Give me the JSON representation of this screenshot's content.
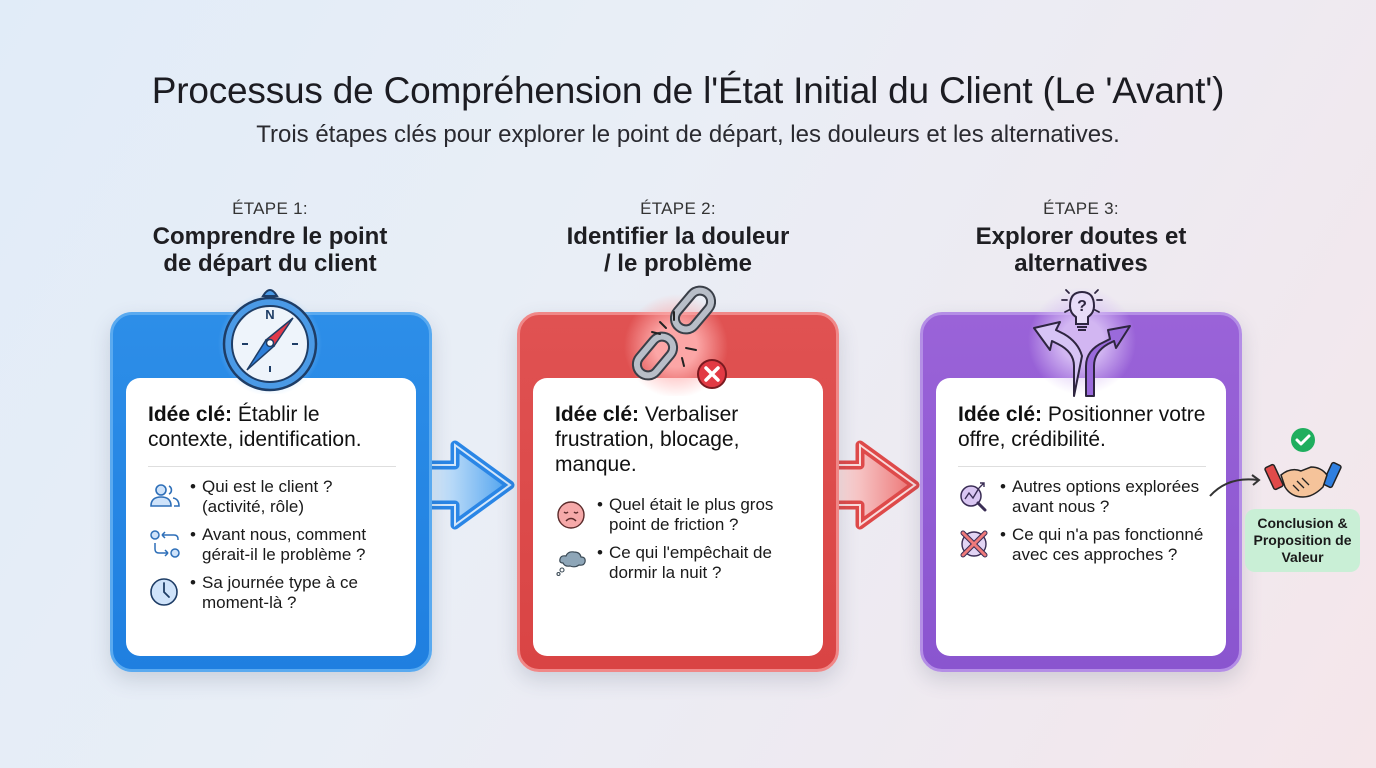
{
  "header": {
    "title": "Processus de Compréhension de l'État Initial du Client (Le 'Avant')",
    "subtitle": "Trois étapes clés pour explorer le point de départ, les douleurs et les alternatives."
  },
  "steps": [
    {
      "label": "ÉTAPE 1:",
      "title_line1": "Comprendre le point",
      "title_line2": "de départ du client",
      "color": "#1f7fe0",
      "icon": "compass-icon",
      "key_prefix": "Idée clé:",
      "key_text": " Établir le contexte, identification.",
      "items": [
        {
          "icon": "users-icon",
          "text": "Qui est le client ? (activité, rôle)"
        },
        {
          "icon": "workflow-icon",
          "text": "Avant nous, comment gérait-il le problème ?"
        },
        {
          "icon": "clock-icon",
          "text": "Sa journée type à ce moment-là ?"
        }
      ]
    },
    {
      "label": "ÉTAPE 2:",
      "title_line1": "Identifier la douleur",
      "title_line2": "/ le problème",
      "color": "#d94444",
      "icon": "broken-chain-icon",
      "key_prefix": "Idée clé:",
      "key_text": " Verbaliser frustration, blocage, manque.",
      "items": [
        {
          "icon": "sad-face-icon",
          "text": "Quel était le plus gros point de friction ?"
        },
        {
          "icon": "thought-cloud-icon",
          "text": "Ce qui l'empêchait de dormir la nuit ?"
        }
      ]
    },
    {
      "label": "ÉTAPE 3:",
      "title_line1": "Explorer doutes et",
      "title_line2": "alternatives",
      "color": "#8a55cf",
      "icon": "crossroads-lightbulb-icon",
      "key_prefix": "Idée clé:",
      "key_text": " Positionner votre offre, crédibilité.",
      "items": [
        {
          "icon": "search-analysis-icon",
          "text": "Autres options explorées avant nous ?"
        },
        {
          "icon": "cross-mark-icon",
          "text": "Ce qui n'a pas fonctionné avec ces approches ?"
        }
      ]
    }
  ],
  "conclusion": {
    "icon": "handshake-check-icon",
    "label": "Conclusion & Proposition de Valeur",
    "color": "#c9efd6"
  }
}
